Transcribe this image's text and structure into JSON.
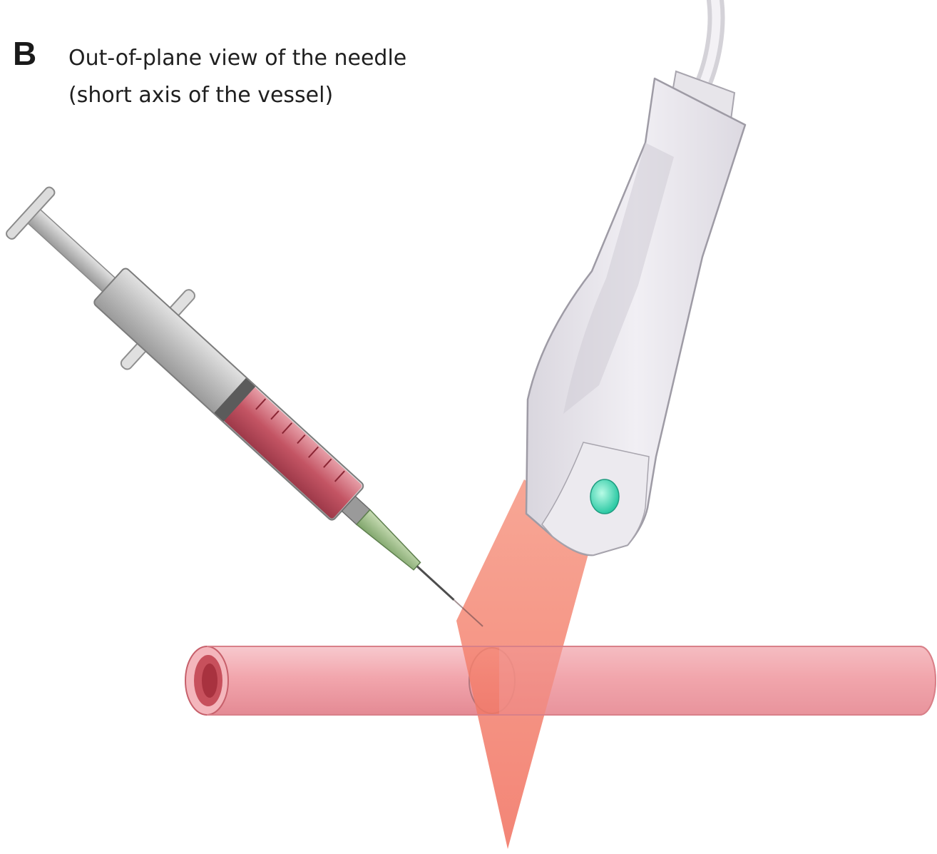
{
  "figure": {
    "panel_label": "B",
    "title_line1": "Out-of-plane view of the needle",
    "title_line2": "(short axis of the vessel)"
  },
  "colors": {
    "vessel": "#f2a6ad",
    "vessel_dark": "#c7505c",
    "beam": "#f47c6a",
    "probe": "#e6e4ea",
    "probe_light": "#3fd9b5",
    "blood": "#c44f5f",
    "needle_hub": "#8fb67a"
  },
  "icons": [
    "syringe-icon",
    "ultrasound-probe-icon",
    "ultrasound-beam",
    "blood-vessel",
    "probe-indicator-light"
  ]
}
